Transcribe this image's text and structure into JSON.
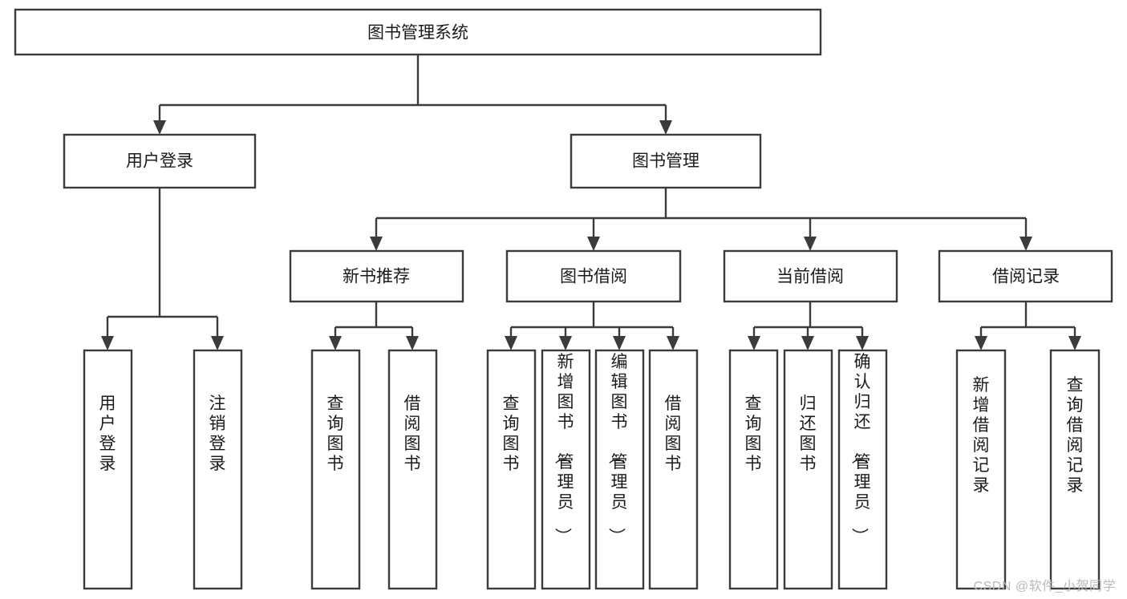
{
  "diagram": {
    "title": "图书管理系统",
    "watermark": "CSDN @软件_小贺同学",
    "colors": {
      "stroke": "#3b3b3b",
      "box_fill": "#ffffff",
      "text": "#1b1b1b",
      "watermark": "#b9b9b9",
      "background": "#ffffff"
    },
    "levels": {
      "root": {
        "label": "图书管理系统"
      },
      "level2": [
        {
          "id": "user-login",
          "label": "用户登录"
        },
        {
          "id": "book-management",
          "label": "图书管理"
        }
      ],
      "level3": [
        {
          "id": "new-book-recommend",
          "label": "新书推荐",
          "parent": "book-management"
        },
        {
          "id": "book-borrow",
          "label": "图书借阅",
          "parent": "book-management"
        },
        {
          "id": "current-borrow",
          "label": "当前借阅",
          "parent": "book-management"
        },
        {
          "id": "borrow-record",
          "label": "借阅记录",
          "parent": "book-management"
        }
      ],
      "leaves": [
        {
          "id": "leaf-user-login",
          "label": "用户登录",
          "parent": "user-login"
        },
        {
          "id": "leaf-logout-login",
          "label": "注销登录",
          "parent": "user-login"
        },
        {
          "id": "leaf-query-book-1",
          "label": "查询图书",
          "parent": "new-book-recommend"
        },
        {
          "id": "leaf-borrow-book-1",
          "label": "借阅图书",
          "parent": "new-book-recommend"
        },
        {
          "id": "leaf-query-book-2",
          "label": "查询图书",
          "parent": "book-borrow"
        },
        {
          "id": "leaf-add-book",
          "label": "新增图书（管理员）",
          "parent": "book-borrow"
        },
        {
          "id": "leaf-edit-book",
          "label": "编辑图书（管理员）",
          "parent": "book-borrow"
        },
        {
          "id": "leaf-borrow-book-2",
          "label": "借阅图书",
          "parent": "book-borrow"
        },
        {
          "id": "leaf-query-book-3",
          "label": "查询图书",
          "parent": "current-borrow"
        },
        {
          "id": "leaf-return-book",
          "label": "归还图书",
          "parent": "current-borrow"
        },
        {
          "id": "leaf-confirm-return",
          "label": "确认归还（管理员）",
          "parent": "current-borrow"
        },
        {
          "id": "leaf-add-record",
          "label": "新增借阅记录",
          "parent": "borrow-record"
        },
        {
          "id": "leaf-query-record",
          "label": "查询借阅记录",
          "parent": "borrow-record"
        }
      ]
    }
  }
}
